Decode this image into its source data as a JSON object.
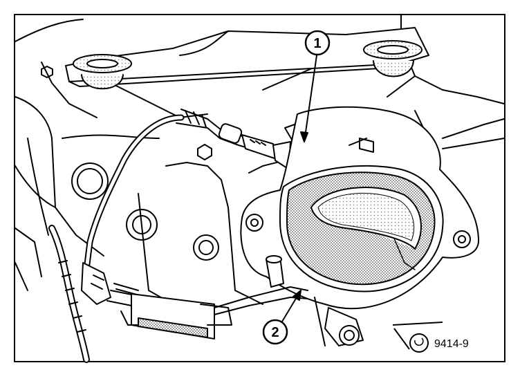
{
  "callouts": [
    {
      "id": "1",
      "label": "1"
    },
    {
      "id": "2",
      "label": "2"
    }
  ],
  "figure_ref": "9414-9",
  "colors": {
    "line": "#000000",
    "background": "#ffffff",
    "stipple": "#9a9a9a"
  }
}
